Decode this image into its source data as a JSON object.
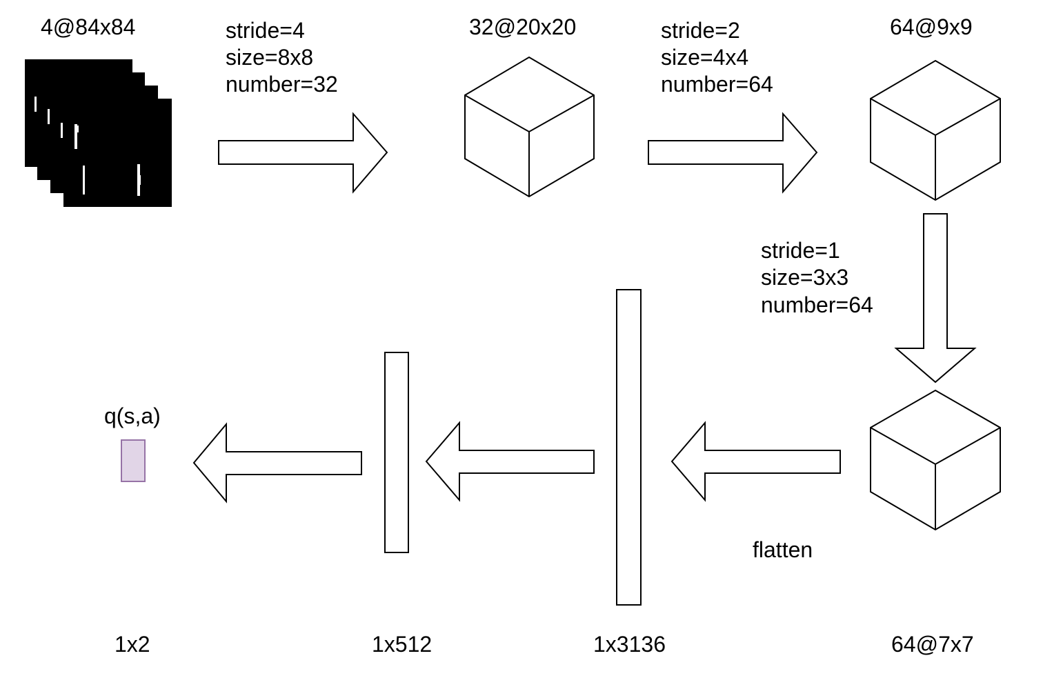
{
  "colors": {
    "background": "#ffffff",
    "stroke": "#000000",
    "frame_fill": "#000000",
    "frame_marks": "#ffffff",
    "output_fill": "#e1d5e7",
    "output_stroke": "#9673a6"
  },
  "layers": {
    "input": {
      "label": "4@84x84",
      "icon": "stacked-frames"
    },
    "conv1": {
      "label": "32@20x20",
      "icon": "cube"
    },
    "conv2": {
      "label": "64@9x9",
      "icon": "cube"
    },
    "conv3": {
      "label": "64@7x7",
      "icon": "cube"
    },
    "flat": {
      "label": "1x3136",
      "icon": "vertical-bar"
    },
    "fc": {
      "label": "1x512",
      "icon": "vertical-bar"
    },
    "output": {
      "label": "1x2",
      "title": "q(s,a)",
      "icon": "small-rectangle"
    }
  },
  "ops": {
    "conv1": {
      "stride": "stride=4",
      "size": "size=8x8",
      "number": "number=32"
    },
    "conv2": {
      "stride": "stride=2",
      "size": "size=4x4",
      "number": "number=64"
    },
    "conv3": {
      "stride": "stride=1",
      "size": "size=3x3",
      "number": "number=64"
    },
    "flatten": {
      "label": "flatten"
    }
  }
}
